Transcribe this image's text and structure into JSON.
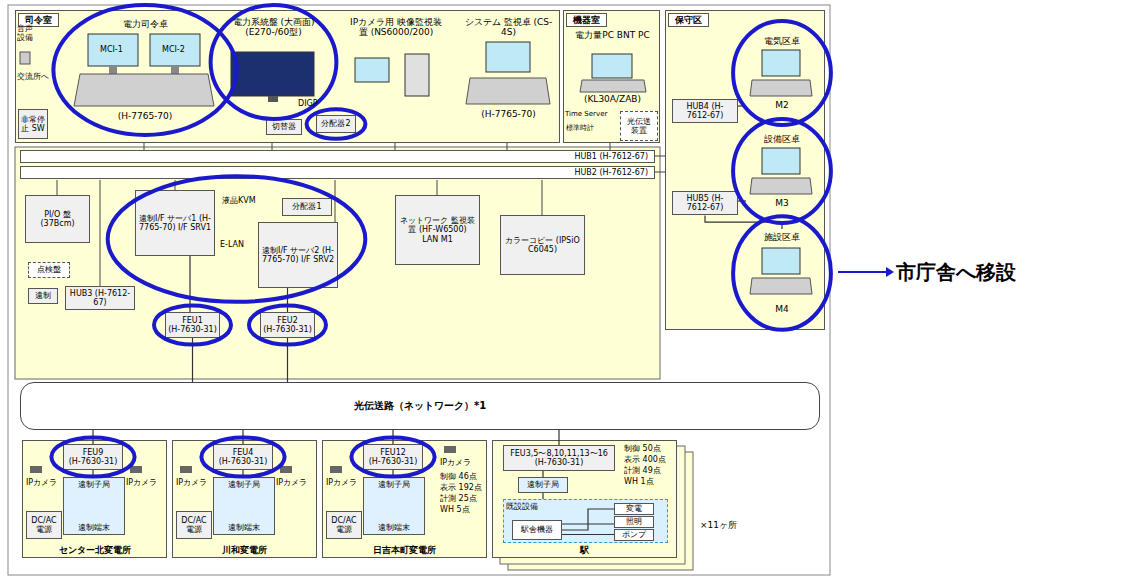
{
  "diagram": {
    "nodes": [
      {
        "text": [
          "司令室"
        ]
      },
      {
        "text": [
          "非常停止 SW"
        ],
        "in": 0
      },
      {
        "text": [
          "電力司令卓",
          "(H-7765-70)"
        ],
        "in": 0
      },
      {
        "text": [
          "電力系統盤 (大画面) (E270-/60型)"
        ],
        "in": 0
      },
      {
        "text": [
          "切替器"
        ],
        "in": 0
      },
      {
        "text": [
          "分配器2"
        ],
        "in": 0
      },
      {
        "text": [
          "IPカメラ用 映像監視装置 (NS6000/200)"
        ],
        "in": 0
      },
      {
        "text": [
          "システム 監視卓 (CS-4S)",
          "(H-7765-70)"
        ],
        "in": 0
      },
      {
        "text": [
          "機器室"
        ]
      },
      {
        "text": [
          "電力量PC BNT PC",
          "(KL30A/ZAB)"
        ],
        "in": 8
      },
      {
        "text": [
          "光伝送 装置"
        ],
        "in": 8
      },
      {
        "text": [
          "保守区"
        ]
      },
      {
        "text": [
          "電気区卓",
          "M2"
        ],
        "in": 11
      },
      {
        "text": [
          "設備区卓",
          "M3"
        ],
        "in": 11
      },
      {
        "text": [
          "施設区卓",
          "M4"
        ],
        "in": 11
      },
      {
        "text": [
          "HUB4 (H-7612-67)"
        ],
        "in": 11
      },
      {
        "text": [
          "HUB5 (H-7612-67)"
        ],
        "in": 11
      },
      {
        "text": [
          "HUB1 (H-7612-67)"
        ]
      },
      {
        "text": [
          "HUB2 (H-7612-67)"
        ]
      },
      {
        "text": [
          "PI/O 盤 (37Bcm)"
        ]
      },
      {
        "text": [
          "遠制I/F サーバ1 (H-7765-70) I/F SRV1"
        ]
      },
      {
        "text": [
          "遠制I/F サーバ2 (H-7765-70) I/F SRV2"
        ]
      },
      {
        "text": [
          "分配器1"
        ]
      },
      {
        "text": [
          "ネットワーク 監視装置 (HF-W6500)",
          "LAN M1"
        ]
      },
      {
        "text": [
          "カラーコピー (IPSiO C6045)"
        ]
      },
      {
        "text": [
          "点検盤"
        ]
      },
      {
        "text": [
          "遠制"
        ]
      },
      {
        "text": [
          "HUB3 (H-7612-67)"
        ]
      },
      {
        "text": [
          "FEU1",
          "(H-7630-31)"
        ]
      },
      {
        "text": [
          "FEU2",
          "(H-7630-31)"
        ]
      },
      {
        "text": [
          "光伝送路（ネットワーク）*1"
        ]
      },
      {
        "text": [
          "センター北変電所"
        ]
      },
      {
        "text": [
          "FEU9",
          "(H-7630-31)"
        ],
        "in": 31
      },
      {
        "text": [
          "遠制子局",
          "遠制端末"
        ],
        "in": 31
      },
      {
        "text": [
          "DC/AC 電源"
        ],
        "in": 31
      },
      {
        "text": [
          "川和変電所"
        ]
      },
      {
        "text": [
          "FEU4",
          "(H-7630-31)"
        ],
        "in": 35
      },
      {
        "text": [
          "遠制子局",
          "遠制端末"
        ],
        "in": 35
      },
      {
        "text": [
          "DC/AC 電源"
        ],
        "in": 35
      },
      {
        "text": [
          "日吉本町変電所"
        ]
      },
      {
        "text": [
          "FEU12",
          "(H-7630-31)"
        ],
        "in": 39
      },
      {
        "text": [
          "遠制子局",
          "遠制端末"
        ],
        "in": 39
      },
      {
        "text": [
          "DC/AC 電源"
        ],
        "in": 39
      },
      {
        "text": [
          "駅"
        ]
      },
      {
        "text": [
          "FEU3,5〜8,10,11,13〜16",
          "(H-7630-31)"
        ],
        "in": 43
      },
      {
        "text": [
          "遠制子局"
        ],
        "in": 43
      },
      {
        "text": [
          "既設設備"
        ],
        "in": 43
      },
      {
        "text": [
          "駅舎機器"
        ],
        "in": 46
      },
      {
        "text": [
          "変電"
        ],
        "in": 46
      },
      {
        "text": [
          "照明"
        ],
        "in": 46
      },
      {
        "text": [
          "ポンプ"
        ],
        "in": 46
      }
    ],
    "edges": [
      {
        "from": 20,
        "to": 28,
        "arrow": "none"
      },
      {
        "from": 21,
        "to": 29,
        "arrow": "none"
      },
      {
        "from": 28,
        "to": 30,
        "arrow": "none"
      },
      {
        "from": 29,
        "to": 30,
        "arrow": "none"
      },
      {
        "from": 30,
        "to": 32,
        "arrow": "none"
      },
      {
        "from": 30,
        "to": 36,
        "arrow": "none"
      },
      {
        "from": 30,
        "to": 40,
        "arrow": "none"
      },
      {
        "from": 30,
        "to": 44,
        "arrow": "none"
      },
      {
        "from": 32,
        "to": 33,
        "arrow": "none"
      },
      {
        "from": 36,
        "to": 37,
        "arrow": "none"
      },
      {
        "from": 40,
        "to": 41,
        "arrow": "none"
      },
      {
        "from": 44,
        "to": 45,
        "arrow": "none"
      },
      {
        "from": 45,
        "to": 46,
        "arrow": "none"
      },
      {
        "from": 47,
        "to": 48,
        "arrow": "none"
      },
      {
        "from": 47,
        "to": 49,
        "arrow": "none"
      },
      {
        "from": 47,
        "to": 50,
        "arrow": "none"
      },
      {
        "from": 15,
        "to": 12,
        "arrow": "none"
      },
      {
        "from": 16,
        "to": 13,
        "arrow": "none"
      },
      {
        "from": 16,
        "to": 14,
        "arrow": "none"
      }
    ],
    "labels": [
      "音声 設備",
      "MCI-1",
      "MCI-2",
      "交流所へ",
      "DIGP",
      "Time Server",
      "標準時計",
      "液晶KVM",
      "E-LAN",
      "IPカメラ",
      "IPカメラ",
      "IPカメラ",
      "IPカメラ",
      "IPカメラ",
      "IPカメラ",
      "制御 46点",
      "表示 192点",
      "計測 25点",
      "WH 5点",
      "制御 50点",
      "表示 400点",
      "計測 49点",
      "WH 1点",
      "×11ヶ所",
      "市庁舎へ移設"
    ]
  }
}
